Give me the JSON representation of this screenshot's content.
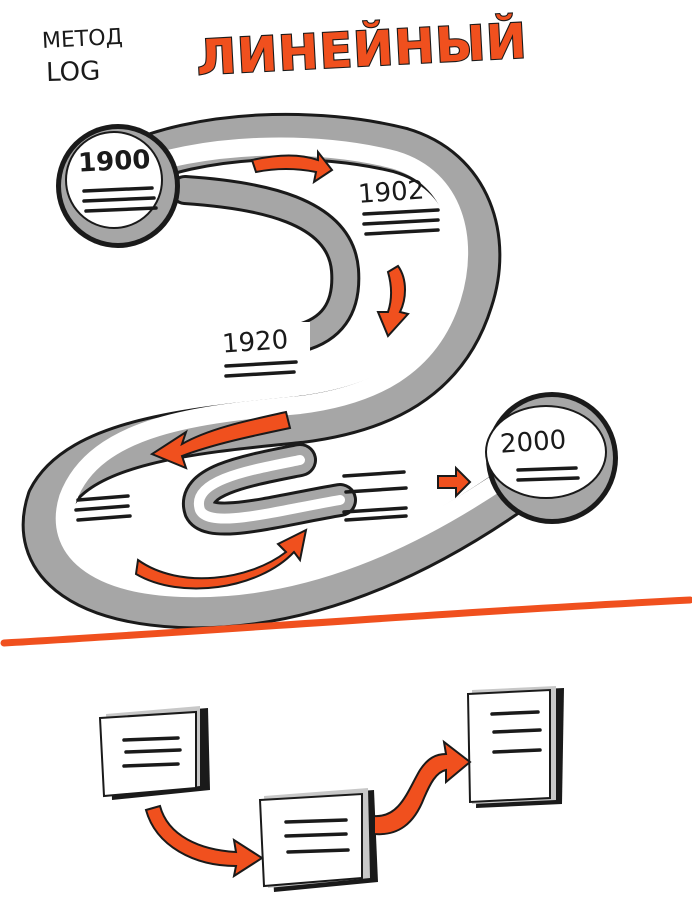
{
  "header": {
    "method_line1": "МЕТОД",
    "method_line2": "LOG",
    "title": "ЛИНЕЙНЫЙ"
  },
  "timeline": {
    "nodes": [
      {
        "label": "1900"
      },
      {
        "label": "1902"
      },
      {
        "label": "1920"
      },
      {
        "label": "2000"
      }
    ]
  },
  "colors": {
    "accent": "#f0501e",
    "ink": "#1a1a1a",
    "road": "#a6a6a6",
    "card": "#c8c8c8",
    "paper": "#ffffff"
  }
}
